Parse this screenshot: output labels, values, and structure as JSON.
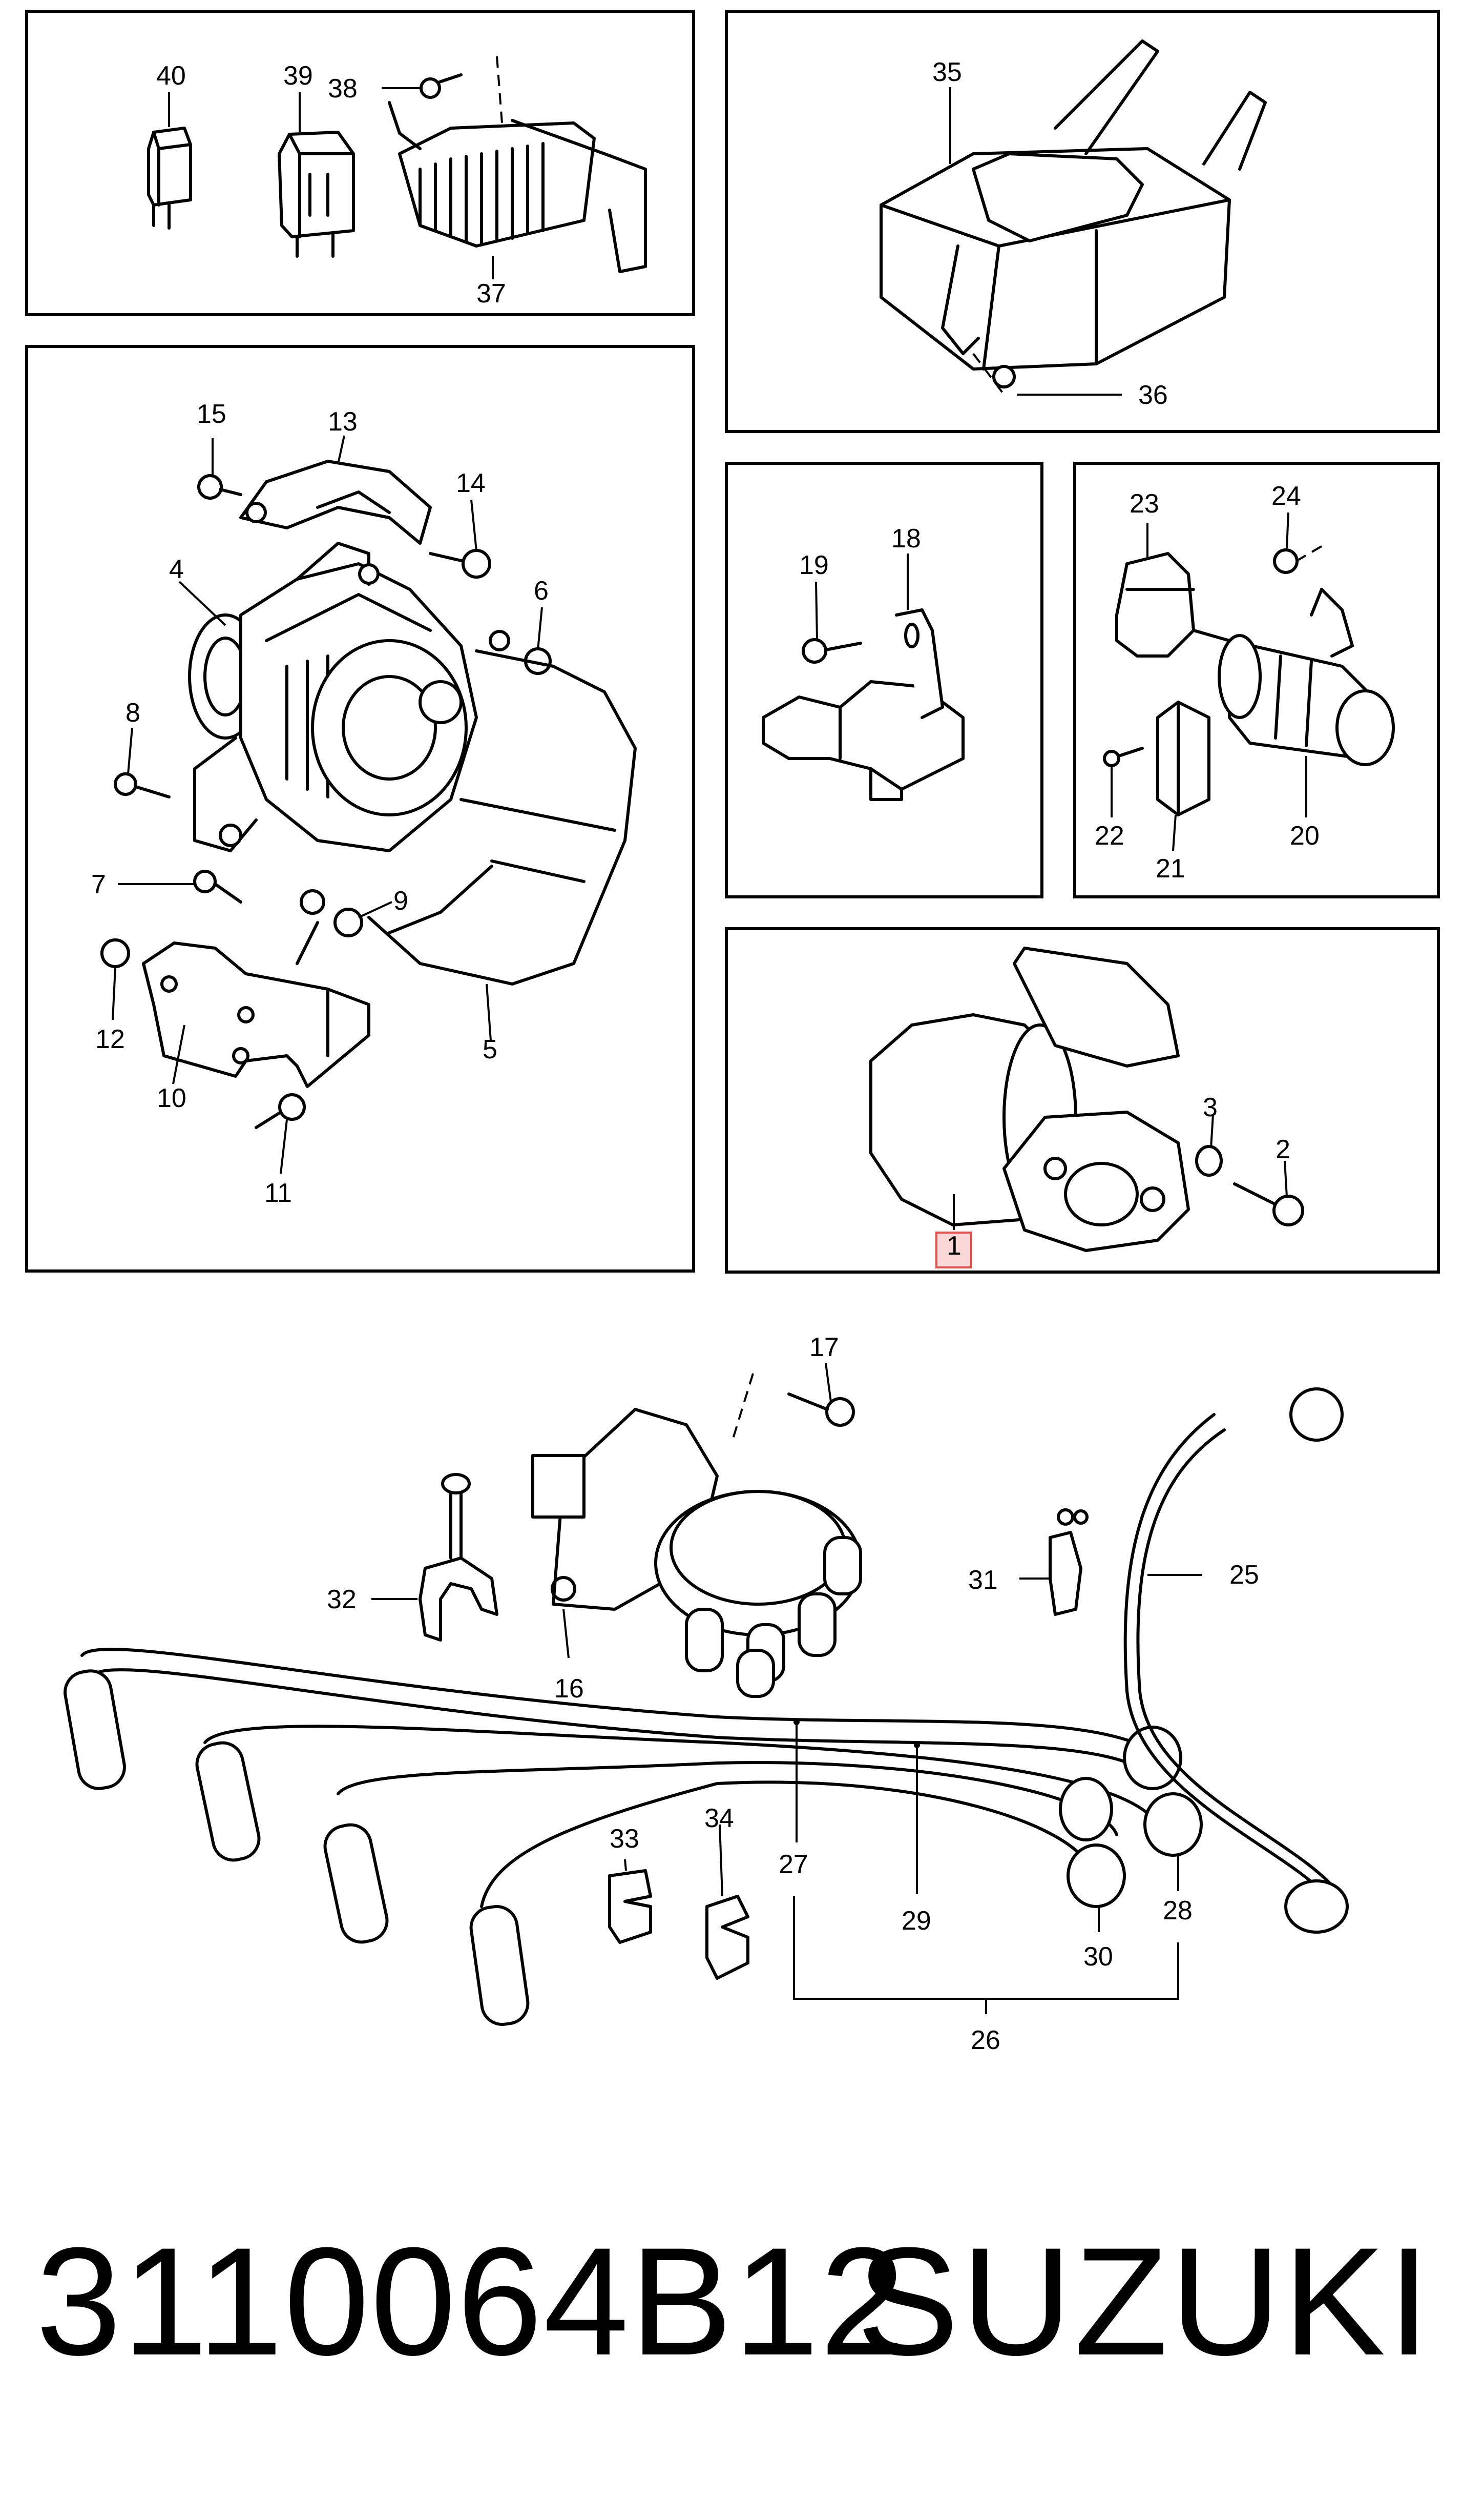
{
  "diagram": {
    "callouts": {
      "c1": "1",
      "c2": "2",
      "c3": "3",
      "c4": "4",
      "c5": "5",
      "c6": "6",
      "c7": "7",
      "c8": "8",
      "c9": "9",
      "c10": "10",
      "c11": "11",
      "c12": "12",
      "c13": "13",
      "c14": "14",
      "c15": "15",
      "c16": "16",
      "c17": "17",
      "c18": "18",
      "c19": "19",
      "c20": "20",
      "c21": "21",
      "c22": "22",
      "c23": "23",
      "c24": "24",
      "c25": "25",
      "c26": "26",
      "c27": "27",
      "c28": "28",
      "c29": "29",
      "c30": "30",
      "c31": "31",
      "c32": "32",
      "c33": "33",
      "c34": "34",
      "c35": "35",
      "c36": "36",
      "c37": "37",
      "c38": "38",
      "c39": "39",
      "c40": "40"
    },
    "highlighted_callout": "1",
    "highlight_color": "#f2a6a6"
  },
  "footer": {
    "part_number": "3110064B12",
    "brand": "SUZUKI"
  }
}
